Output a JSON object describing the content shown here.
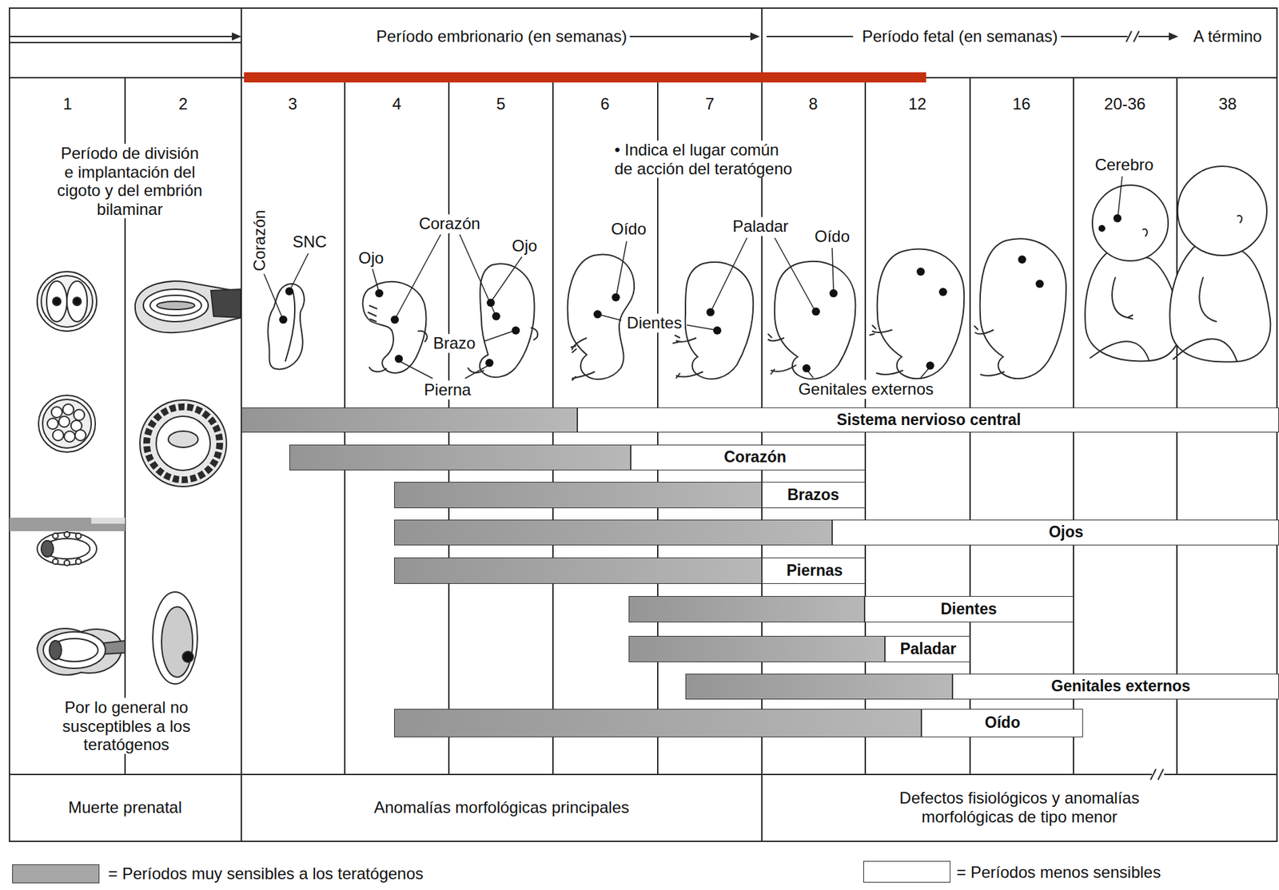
{
  "diagram": {
    "nodes": [
      {
        "text": [
          "Sistema nervioso central"
        ]
      },
      {
        "text": [
          "Corazón"
        ]
      },
      {
        "text": [
          "Brazos"
        ]
      },
      {
        "text": [
          "Ojos"
        ]
      },
      {
        "text": [
          "Piernas"
        ]
      },
      {
        "text": [
          "Dientes"
        ]
      },
      {
        "text": [
          "Paladar"
        ]
      },
      {
        "text": [
          "Genitales externos"
        ]
      },
      {
        "text": [
          "Oído"
        ]
      }
    ],
    "labels": [
      "Período embrionario (en semanas)",
      "Período fetal (en semanas)",
      "A término",
      "1",
      "2",
      "3",
      "4",
      "5",
      "6",
      "7",
      "8",
      "12",
      "16",
      "20-36",
      "38",
      "Período de división e implantación del cigoto y del embrión bilaminar",
      "• Indica el lugar común de acción del teratógeno",
      "Corazón",
      "SNC",
      "Ojo",
      "Corazón",
      "Ojo",
      "Brazo",
      "Pierna",
      "Oído",
      "Dientes",
      "Paladar",
      "Oído",
      "Genitales externos",
      "Cerebro",
      "Por lo general no susceptibles a los teratógenos",
      "Muerte prenatal",
      "Anomalías morfológicas principales",
      "Defectos fisiológicos y anomalías morfológicas de tipo menor"
    ],
    "legend": [
      {
        "text": "= Períodos muy sensibles a los teratógenos",
        "color": "#a6a6a6"
      },
      {
        "text": "= Períodos menos sensibles",
        "color": "#ffffff"
      }
    ]
  }
}
